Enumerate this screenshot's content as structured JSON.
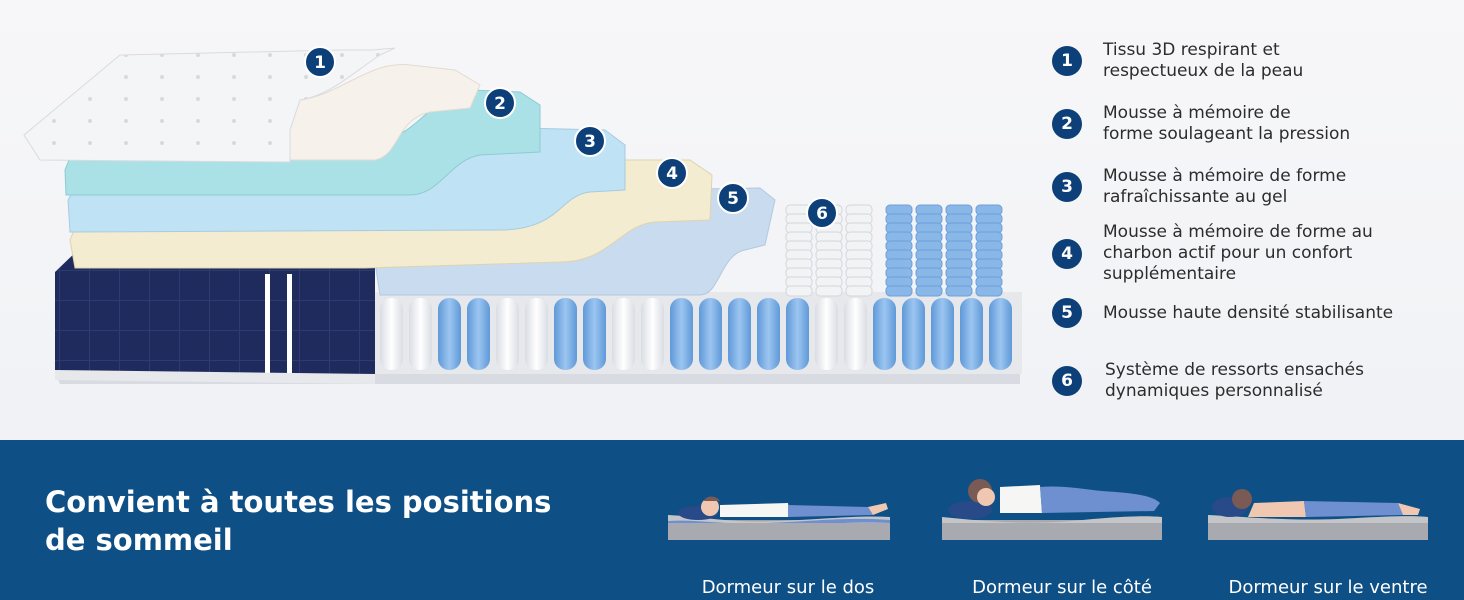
{
  "legend": [
    {
      "num": "1",
      "text": "Tissu 3D respirant et\nrespectueux de la peau"
    },
    {
      "num": "2",
      "text": "Mousse à mémoire de\nforme soulageant la pression"
    },
    {
      "num": "3",
      "text": "Mousse à mémoire de forme\nrafraîchissante au gel"
    },
    {
      "num": "4",
      "text": "Mousse à mémoire de forme au\ncharbon actif pour un confort\nsupplémentaire"
    },
    {
      "num": "5",
      "text": "Mousse haute densité stabilisante"
    },
    {
      "num": "6",
      "text": "Système de ressorts ensachés\ndynamiques personnalisé"
    }
  ],
  "bottom": {
    "headline": "Convient à toutes les positions\nde sommeil",
    "positions": [
      {
        "label": "Dormeur sur le dos",
        "icon": "back-sleeper-icon"
      },
      {
        "label": "Dormeur sur le côté",
        "icon": "side-sleeper-icon"
      },
      {
        "label": "Dormeur sur le ventre",
        "icon": "stomach-sleeper-icon"
      }
    ]
  },
  "colors": {
    "brand_blue": "#0e4f85",
    "badge_blue": "#0d3f78",
    "layer_gel": "#a9e1e6",
    "layer_memory": "#bfe3f4",
    "layer_charcoal": "#f3ecd0",
    "layer_support": "#c9dcef",
    "coil_blue": "#7fb2e6",
    "coil_white": "#ffffff",
    "side_fabric": "#1f2b5c"
  },
  "badges": [
    "1",
    "2",
    "3",
    "4",
    "5",
    "6"
  ]
}
